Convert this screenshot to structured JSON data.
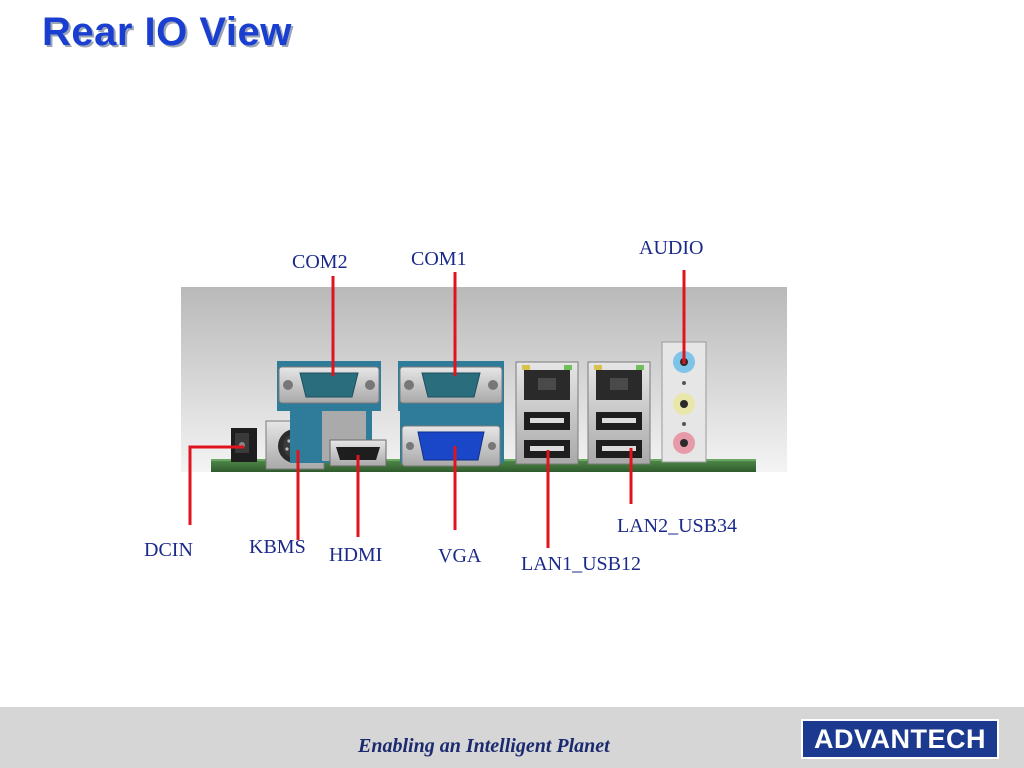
{
  "title": "Rear IO View",
  "labels": {
    "com2": "COM2",
    "com1": "COM1",
    "audio": "AUDIO",
    "dcin": "DCIN",
    "kbms": "KBMS",
    "hdmi": "HDMI",
    "vga": "VGA",
    "lan1_usb12": "LAN1_USB12",
    "lan2_usb34": "LAN2_USB34"
  },
  "footer": {
    "tagline": "Enabling an Intelligent Planet",
    "logo": "ADVANTECH"
  },
  "colors": {
    "title": "#1a3fd0",
    "label": "#1b2a8a",
    "callout_line": "#e0141e",
    "footer_bg": "#d6d6d6",
    "logo_bg": "#1b3a8f"
  }
}
